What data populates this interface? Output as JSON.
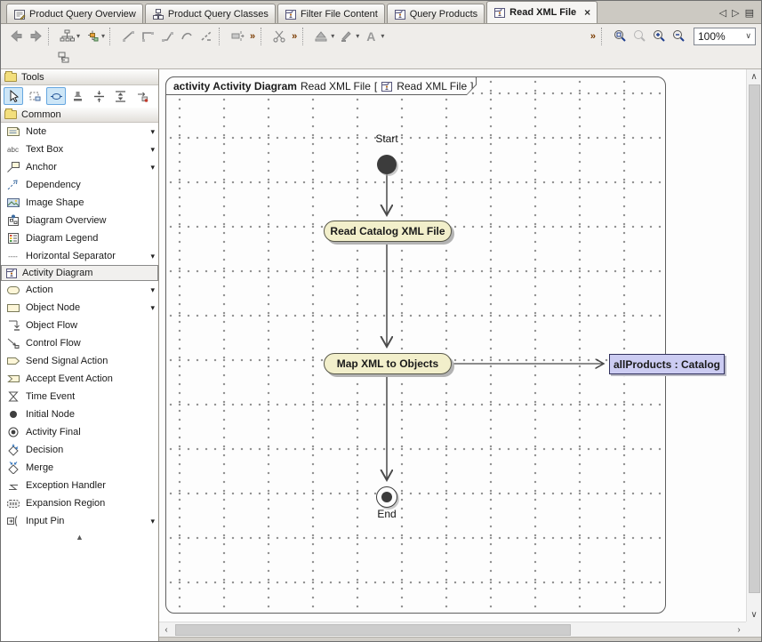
{
  "tabbar": {
    "tabs": [
      {
        "label": "Product Query Overview"
      },
      {
        "label": "Product Query Classes"
      },
      {
        "label": "Filter File Content"
      },
      {
        "label": "Query Products"
      },
      {
        "label": "Read XML File"
      }
    ],
    "close_glyph": "×",
    "scroll_left_glyph": "◁",
    "scroll_right_glyph": "▷",
    "tab_list_glyph": "▤"
  },
  "toolbar": {
    "chevron_glyph": "»",
    "font_button_label": "A",
    "zoom_value": "100%",
    "dropdown_glyph": "▾",
    "combo_arrow_glyph": "∨"
  },
  "palette": {
    "tools": {
      "header": "Tools"
    },
    "common": {
      "header": "Common",
      "items": [
        {
          "label": "Note",
          "has_menu": true
        },
        {
          "label": "Text Box",
          "has_menu": true
        },
        {
          "label": "Anchor",
          "has_menu": true
        },
        {
          "label": "Dependency",
          "has_menu": false
        },
        {
          "label": "Image Shape",
          "has_menu": false
        },
        {
          "label": "Diagram Overview",
          "has_menu": false
        },
        {
          "label": "Diagram Legend",
          "has_menu": false
        },
        {
          "label": "Horizontal Separator",
          "has_menu": true
        }
      ]
    },
    "activity": {
      "header": "Activity Diagram",
      "items": [
        {
          "label": "Action",
          "has_menu": true
        },
        {
          "label": "Object Node",
          "has_menu": true
        },
        {
          "label": "Object Flow",
          "has_menu": false
        },
        {
          "label": "Control Flow",
          "has_menu": false
        },
        {
          "label": "Send Signal Action",
          "has_menu": false
        },
        {
          "label": "Accept Event Action",
          "has_menu": false
        },
        {
          "label": "Time Event",
          "has_menu": false
        },
        {
          "label": "Initial Node",
          "has_menu": false
        },
        {
          "label": "Activity Final",
          "has_menu": false
        },
        {
          "label": "Decision",
          "has_menu": false
        },
        {
          "label": "Merge",
          "has_menu": false
        },
        {
          "label": "Exception Handler",
          "has_menu": false
        },
        {
          "label": "Expansion Region",
          "has_menu": false
        },
        {
          "label": "Input Pin",
          "has_menu": true
        }
      ]
    },
    "caret_glyph": "▾",
    "scroll_up_glyph": "▲",
    "textbox_icon_text": "abc",
    "separator_icon_text": "----"
  },
  "diagram": {
    "frame_header": {
      "stereotype_and_kind": "activity Activity Diagram",
      "name": "Read XML File",
      "bracket_open": "[",
      "ref_name": "Read XML File",
      "bracket_close": "]"
    },
    "nodes": {
      "start_label": "Start",
      "action1_label": "Read Catalog XML File",
      "action2_label": "Map XML to Objects",
      "object_label": "allProducts : Catalog",
      "end_label": "End"
    },
    "colors": {
      "action_fill": "#f2efcb",
      "action_border": "#58584a",
      "object_fill": "#ccccf2",
      "object_border": "#32325e",
      "flow": "#4a4a4a",
      "grid_dot": "#909090"
    }
  },
  "scrollbars": {
    "up_glyph": "∧",
    "down_glyph": "∨",
    "left_glyph": "‹",
    "right_glyph": "›"
  }
}
